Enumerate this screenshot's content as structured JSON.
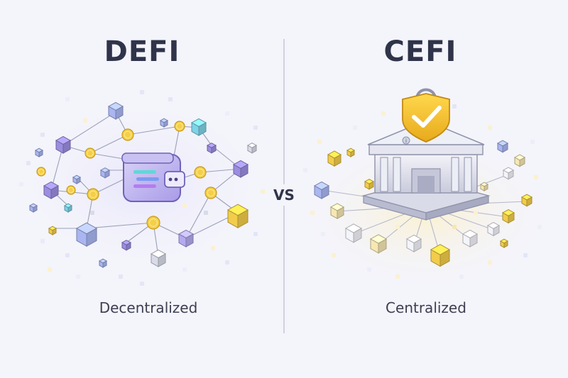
{
  "defi": {
    "title": "DEFI",
    "caption": "Decentralized",
    "hub_icon": "wallet-icon",
    "node_icons": [
      "cube-icon",
      "coin-icon"
    ]
  },
  "cefi": {
    "title": "CEFI",
    "caption": "Centralized",
    "hub_icon": "bank-icon",
    "badge_icon": "shield-check-icon",
    "node_icons": [
      "cube-icon"
    ]
  },
  "divider_label": "VS",
  "colors": {
    "title": "#30344a",
    "purple": "#9b8ee0",
    "blue": "#a9b6f2",
    "gold": "#f2cc4a",
    "cyan": "#7fd3e6",
    "grey": "#d9dbe8",
    "shield": "#f2c230"
  }
}
